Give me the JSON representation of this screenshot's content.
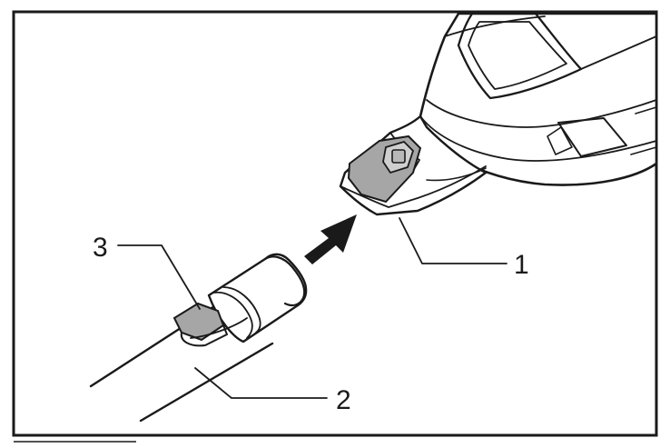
{
  "callouts": {
    "tool_body": "1",
    "hose": "2",
    "clip": "3"
  },
  "colors": {
    "ink": "#1a1a1a",
    "button_fill": "#a6a6a6",
    "background": "#ffffff"
  }
}
